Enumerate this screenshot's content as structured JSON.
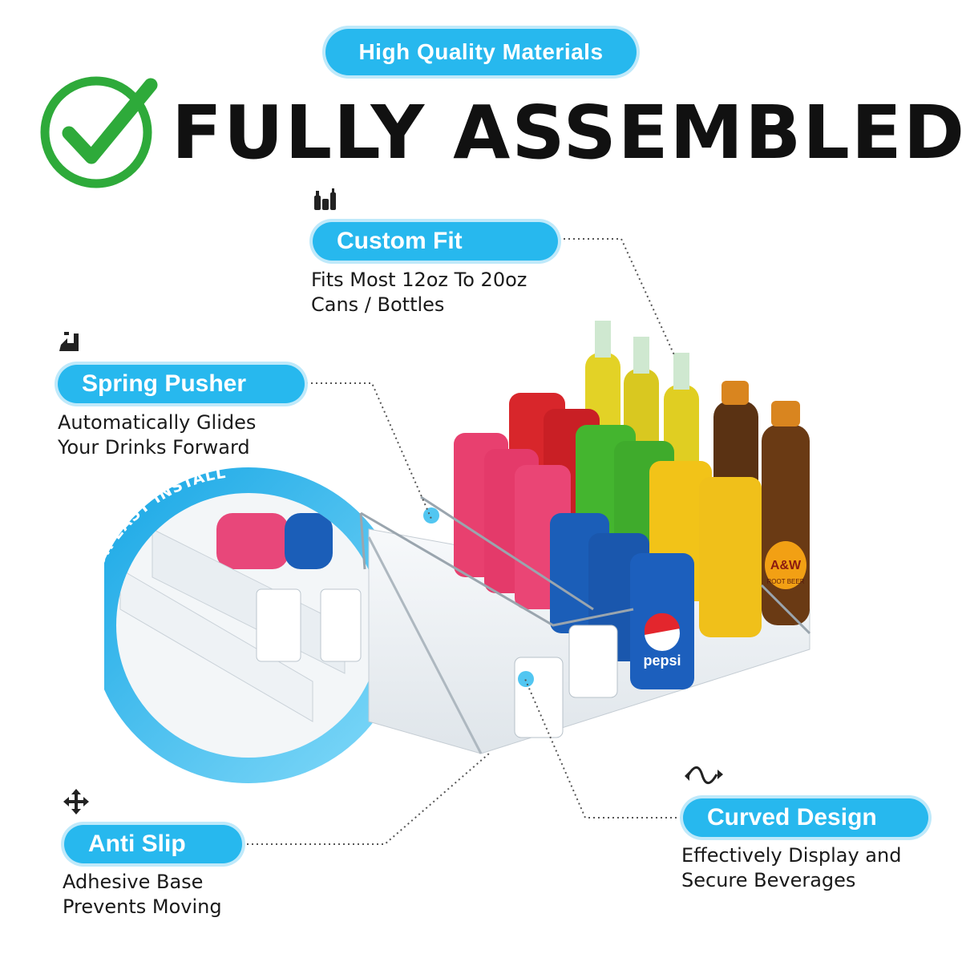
{
  "banner": {
    "label": "High Quality Materials"
  },
  "headline": {
    "text": "FULLY ASSEMBLED"
  },
  "badge_ring": {
    "text": "FULLY ASSEMBLED FOR EASY INSTALL"
  },
  "features": [
    {
      "title": "Custom Fit",
      "line1": "Fits Most 12oz To 20oz",
      "line2": "Cans / Bottles",
      "icon": "bottles-icon"
    },
    {
      "title": "Spring Pusher",
      "line1": "Automatically Glides",
      "line2": "Your Drinks Forward",
      "icon": "pusher-icon"
    },
    {
      "title": "Anti Slip",
      "line1": "Adhesive Base",
      "line2": "Prevents Moving",
      "icon": "move-arrows-icon"
    },
    {
      "title": "Curved Design",
      "line1": "Effectively Display and",
      "line2": "Secure Beverages",
      "icon": "wave-arrows-icon"
    }
  ],
  "can_labels": {
    "pepsi": "pepsi",
    "aw": "A&W",
    "aw_sub": "ROOT BEER"
  },
  "colors": {
    "accent": "#27b8ee",
    "check": "#2eaa3a",
    "text": "#111111"
  }
}
